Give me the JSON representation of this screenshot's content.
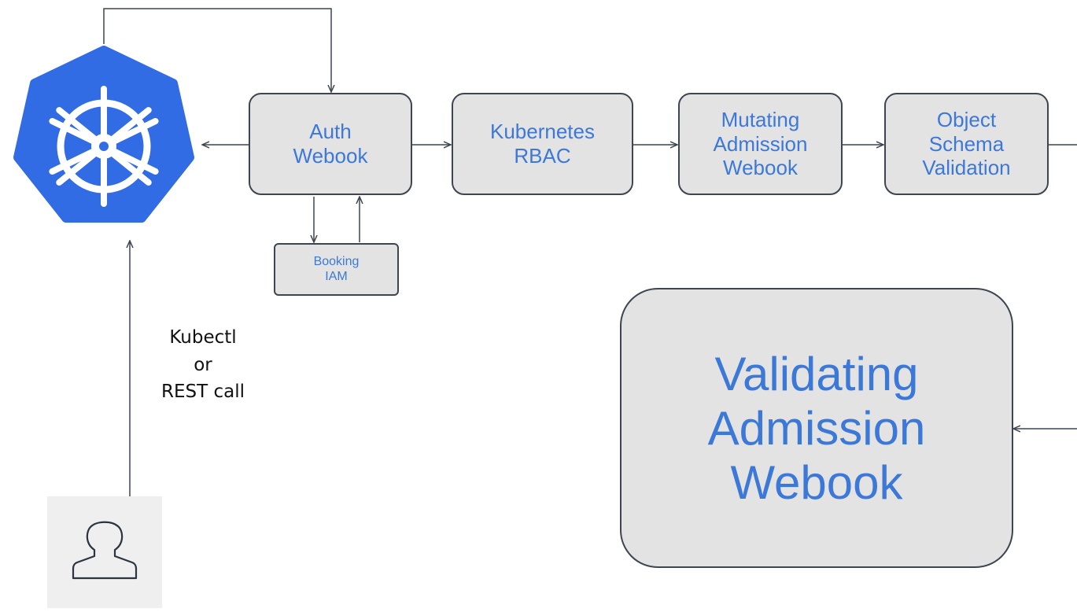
{
  "nodes": {
    "auth": "Auth\nWebook",
    "rbac": "Kubernetes\nRBAC",
    "mutating": "Mutating\nAdmission\nWebook",
    "schema": "Object\nSchema\nValidation",
    "booking": "Booking\nIAM",
    "validating": "Validating\nAdmission\nWebook"
  },
  "client_label": "Kubectl\nor\nREST call",
  "icons": {
    "kubernetes": "kubernetes-helm-logo",
    "user": "user-icon"
  },
  "colors": {
    "node_fill": "#e3e3e3",
    "node_border": "#3d4550",
    "node_text": "#3c78d8",
    "kubernetes_blue": "#326ce5",
    "arrow": "#3d4550",
    "user_tile": "#efefef"
  }
}
